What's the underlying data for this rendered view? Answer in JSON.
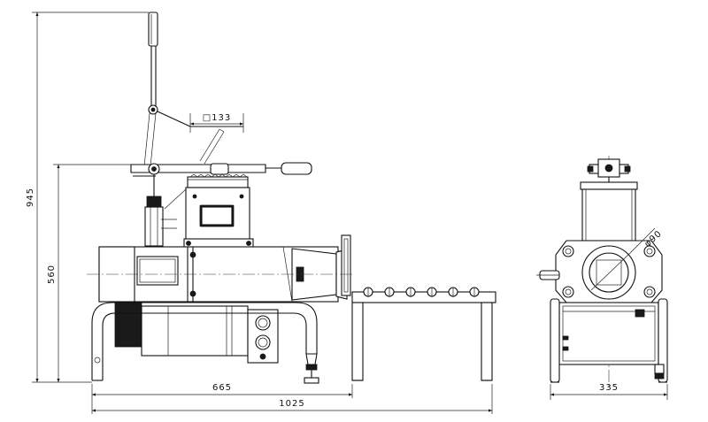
{
  "drawing": {
    "side_view": {
      "dim_overall_height": "945",
      "dim_working_height": "560",
      "dim_hopper_square": "□133",
      "dim_base_width": "665",
      "dim_overall_length": "1025"
    },
    "front_view": {
      "dim_bore_diameter": "φ90",
      "dim_width": "335"
    }
  },
  "colors": {
    "line": "#111111",
    "background": "#ffffff"
  }
}
